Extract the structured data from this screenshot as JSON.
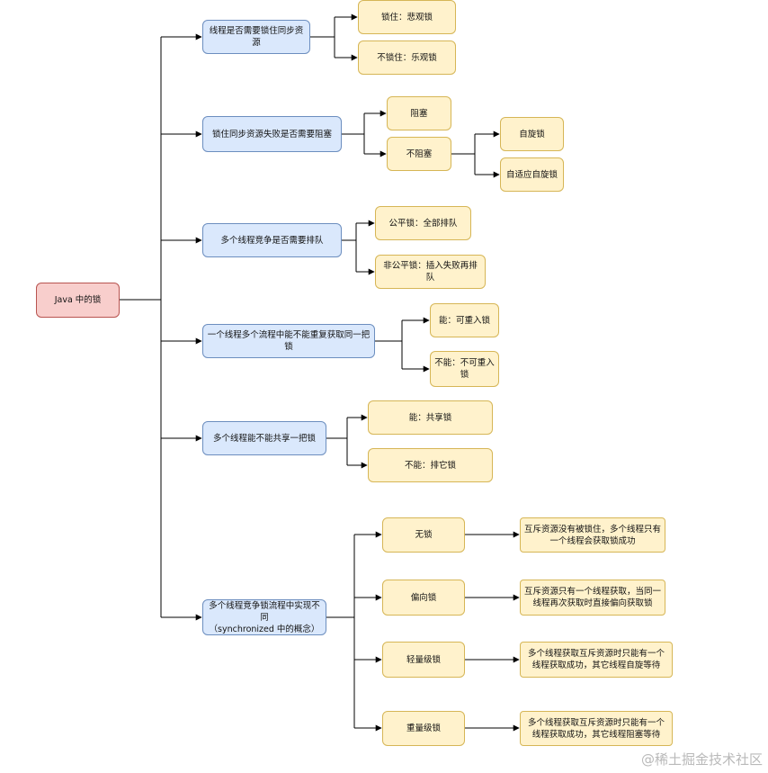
{
  "root": "Java 中的锁",
  "categories": [
    {
      "label": "线程是否需要锁住同步资源",
      "children": [
        "锁住：悲观锁",
        "不锁住：乐观锁"
      ]
    },
    {
      "label": "锁住同步资源失败是否需要阻塞",
      "children": [
        "阻塞",
        "不阻塞"
      ],
      "sub_children": [
        "自旋锁",
        "自适应自旋锁"
      ]
    },
    {
      "label": "多个线程竞争是否需要排队",
      "children": [
        "公平锁：全部排队",
        "非公平锁：插入失败再排队"
      ]
    },
    {
      "label": "一个线程多个流程中能不能重复获取同一把锁",
      "children": [
        "能：可重入锁",
        "不能：不可重入锁"
      ]
    },
    {
      "label": "多个线程能不能共享一把锁",
      "children": [
        "能：共享锁",
        "不能：排它锁"
      ]
    },
    {
      "label": "多个线程竞争锁流程中实现不同\n（synchronized 中的概念）",
      "children": [
        "无锁",
        "偏向锁",
        "轻量级锁",
        "重量级锁"
      ],
      "descriptions": [
        "互斥资源没有被锁住，多个线程只有一个线程会获取锁成功",
        "互斥资源只有一个线程获取，当同一线程再次获取时直接偏向获取锁",
        "多个线程获取互斥资源时只能有一个线程获取成功，其它线程自旋等待",
        "多个线程获取互斥资源时只能有一个线程获取成功，其它线程阻塞等待"
      ]
    }
  ],
  "watermark": "@稀土掘金技术社区",
  "colors": {
    "root_fill": "#f8cecc",
    "category_fill": "#dae8fc",
    "leaf_fill": "#fff2cc",
    "line": "#000000"
  }
}
